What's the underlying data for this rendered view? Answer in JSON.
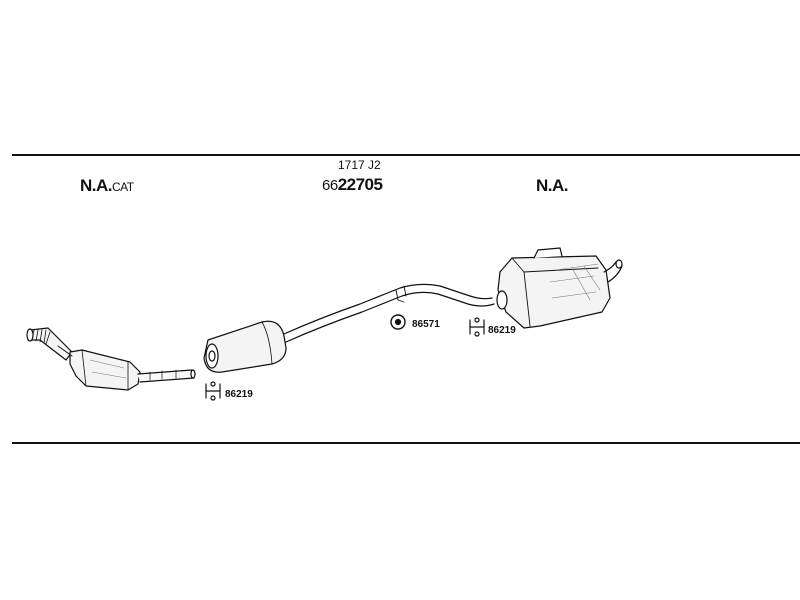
{
  "labels": {
    "left": {
      "main": "N.A.",
      "suffix": "CAT"
    },
    "center": {
      "top": "1717 J2",
      "prefix": "66",
      "main": "22705"
    },
    "right": {
      "main": "N.A."
    }
  },
  "parts": {
    "clamp_front": "86219",
    "rubber_mount": "86571",
    "clamp_rear": "86219"
  },
  "colors": {
    "line": "#111111",
    "fill": "#f4f4f4",
    "shade": "#d8d8d8"
  }
}
